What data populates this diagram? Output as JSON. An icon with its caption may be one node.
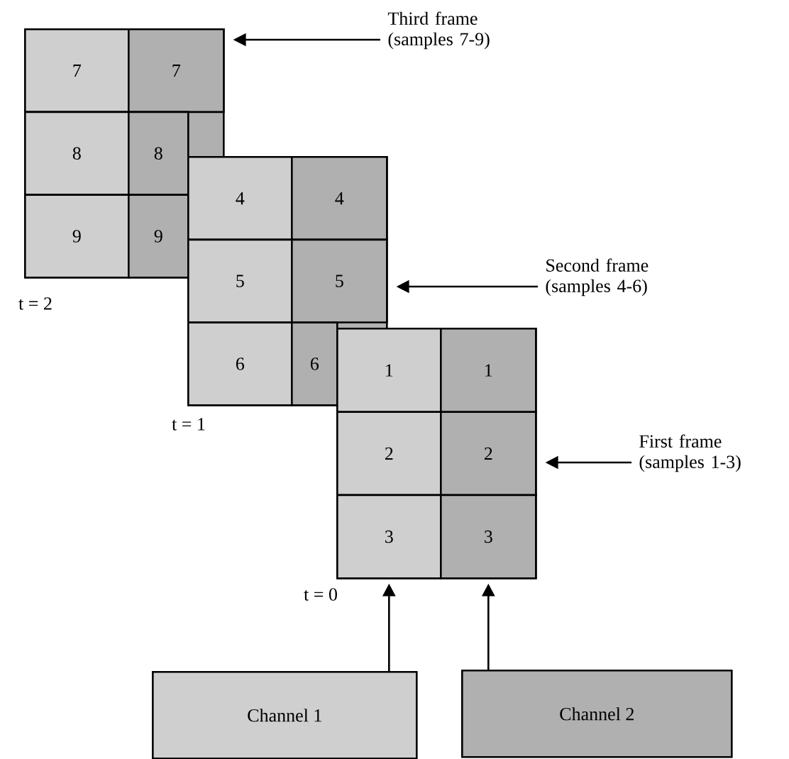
{
  "diagram": {
    "nodes": [
      {
        "text": [],
        "shape": "box",
        "beside": [
          "t = 2"
        ]
      },
      {
        "text": [
          "7"
        ],
        "in": 0
      },
      {
        "text": [
          "7"
        ],
        "in": 0
      },
      {
        "text": [
          "8"
        ],
        "in": 0
      },
      {
        "text": [
          "8"
        ],
        "in": 0
      },
      {
        "text": [
          "9"
        ],
        "in": 0
      },
      {
        "text": [
          "9"
        ],
        "in": 0
      },
      {
        "text": [
          "Third frame (samples 7-9)"
        ]
      },
      {
        "text": [],
        "shape": "box",
        "beside": [
          "t = 1"
        ]
      },
      {
        "text": [
          "4"
        ],
        "in": 8
      },
      {
        "text": [
          "4"
        ],
        "in": 8
      },
      {
        "text": [
          "5"
        ],
        "in": 8
      },
      {
        "text": [
          "5"
        ],
        "in": 8
      },
      {
        "text": [
          "6"
        ],
        "in": 8
      },
      {
        "text": [
          "6"
        ],
        "in": 8
      },
      {
        "text": [
          "Second frame (samples 4-6)"
        ]
      },
      {
        "text": [],
        "shape": "box",
        "beside": [
          "t = 0"
        ]
      },
      {
        "text": [
          "1"
        ],
        "in": 16
      },
      {
        "text": [
          "1"
        ],
        "in": 16
      },
      {
        "text": [
          "2"
        ],
        "in": 16
      },
      {
        "text": [
          "2"
        ],
        "in": 16
      },
      {
        "text": [
          "3"
        ],
        "in": 16
      },
      {
        "text": [
          "3"
        ],
        "in": 16
      },
      {
        "text": [
          "First frame (samples 1-3)"
        ]
      },
      {
        "text": [
          "Channel 1"
        ]
      },
      {
        "text": [
          "Channel 2"
        ]
      }
    ],
    "edges": [
      {
        "from": 7,
        "to": 0,
        "arrow": "to"
      },
      {
        "from": 15,
        "to": 8,
        "arrow": "to"
      },
      {
        "from": 23,
        "to": 16,
        "arrow": "to"
      },
      {
        "from": 24,
        "to": 21,
        "arrow": "to"
      },
      {
        "from": 25,
        "to": 22,
        "arrow": "to"
      }
    ]
  }
}
